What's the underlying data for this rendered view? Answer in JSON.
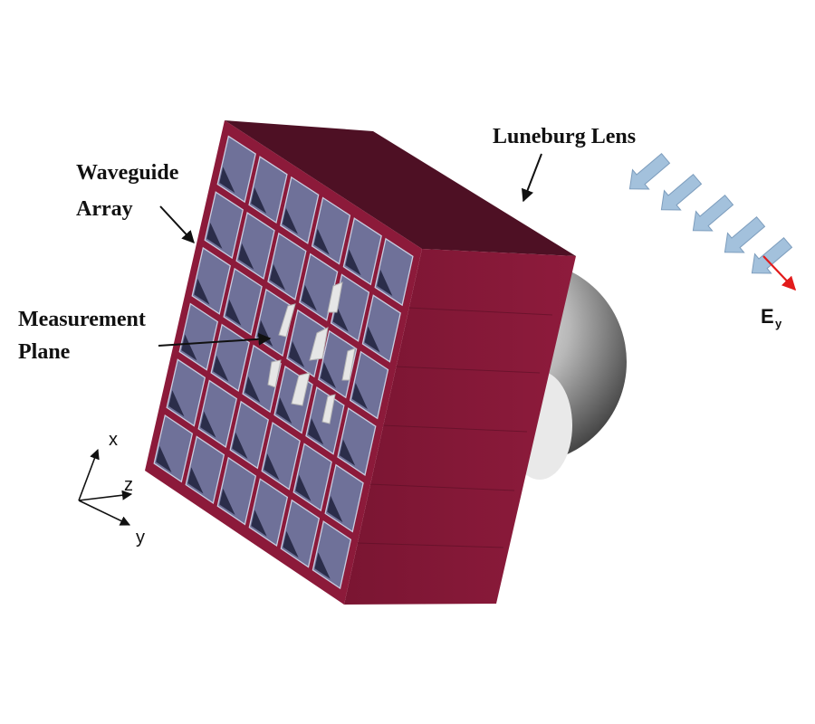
{
  "labels": {
    "waveguide_line1": "Waveguide",
    "waveguide_line2": "Array",
    "luneburg": "Luneburg Lens",
    "measurement_line1": "Measurement",
    "measurement_line2": "Plane",
    "efield_main": "E",
    "efield_sub": "y",
    "axis_x": "x",
    "axis_z": "z",
    "axis_y": "y"
  },
  "colors": {
    "array_front": "#8c1a3a",
    "array_top": "#4e1024",
    "array_side": "#7c1733",
    "cell_fill": "#6f7199",
    "lens_light": "#f2f2f2",
    "lens_dark": "#3c3c3c",
    "incident_arrow": "#9dbad6",
    "efield_arrow": "#e21b1b"
  },
  "grid": {
    "rows": 6,
    "cols": 6
  }
}
